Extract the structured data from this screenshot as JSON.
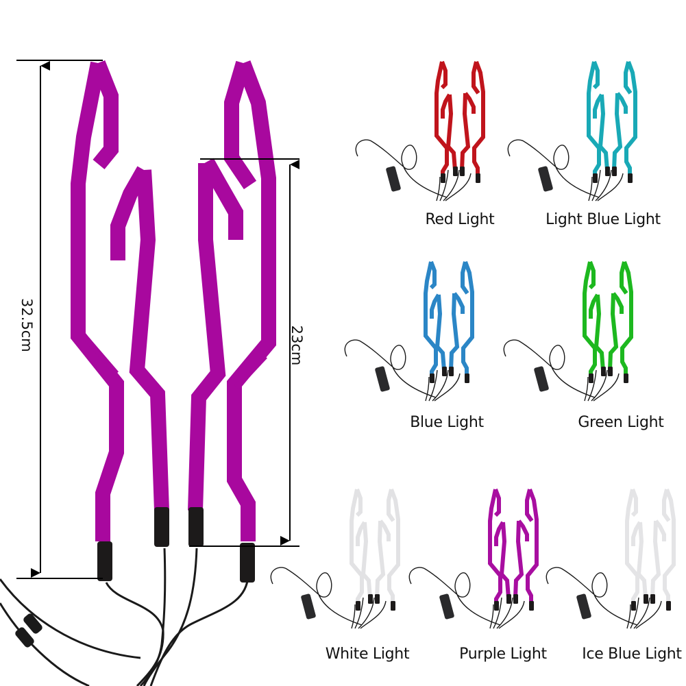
{
  "main_product": {
    "color": "#a8089e",
    "measurements": [
      {
        "id": "overall-height",
        "label": "32.5cm"
      },
      {
        "id": "inner-height",
        "label": "23cm"
      }
    ]
  },
  "variants": [
    {
      "label": "Red Light",
      "color": "#c0141c"
    },
    {
      "label": "Light Blue Light",
      "color": "#19a9b6"
    },
    {
      "label": "Blue Light",
      "color": "#2b86c6"
    },
    {
      "label": "Green Light",
      "color": "#1db81f"
    },
    {
      "label": "White Light",
      "color": "#e2e2e4"
    },
    {
      "label": "Purple Light",
      "color": "#a80ea0"
    },
    {
      "label": "Ice Blue Light",
      "color": "#e4e4e6"
    }
  ],
  "accessories": {
    "cap_color": "#1c1a1a",
    "wire_color": "#1a1a1a",
    "battery_box_color": "#2a2a2c"
  }
}
